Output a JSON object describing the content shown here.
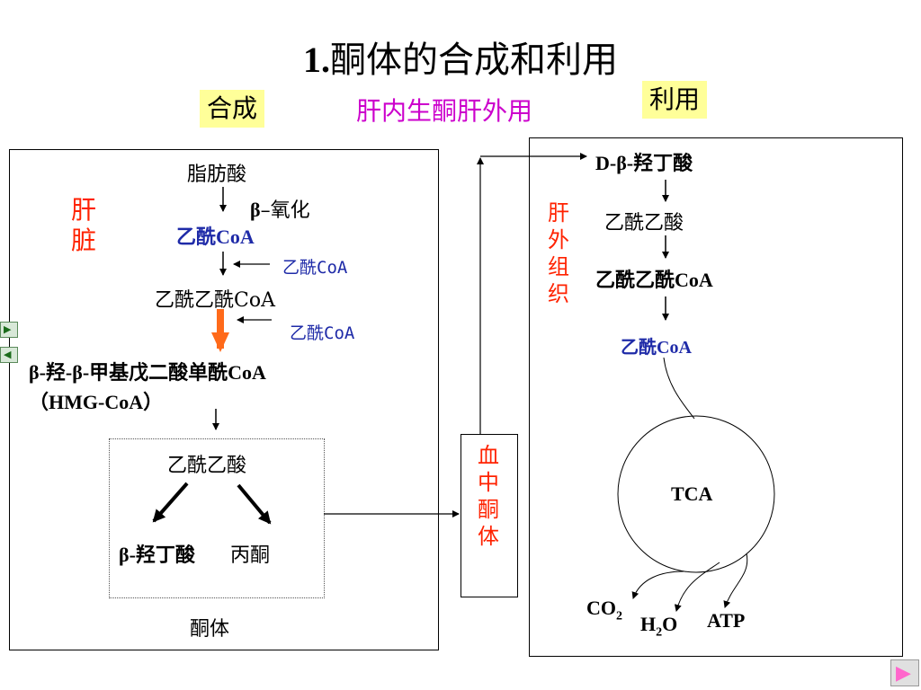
{
  "title": {
    "number": "1.",
    "text": "酮体的合成和利用"
  },
  "tags": {
    "synthesis": "合成",
    "utilization": "利用"
  },
  "subtitle": "肝内生酮肝外用",
  "liver": {
    "label": "肝脏",
    "fatty_acid": "脂肪酸",
    "beta_symbol": "β",
    "beta_oxidation": "–氧化",
    "acetyl_coa": "乙酰CoA",
    "acetyl_coa_side1": "乙酰CoA",
    "acetoacetyl_coa": "乙酰乙酰CoA",
    "acetyl_coa_side2": "乙酰CoA",
    "hmg_coa": "β-羟-β-甲基戊二酸单酰CoA",
    "hmg_coa_abbr": "（HMG-CoA）",
    "acetoacetate": "乙酰乙酸",
    "beta_hydroxybutyrate": "β-羟丁酸",
    "acetone": "丙酮",
    "ketone_bodies": "酮体"
  },
  "blood": {
    "label": "血中酮体"
  },
  "extrahepatic": {
    "label": "肝外组织",
    "d_beta_hydroxybutyrate": "D-β-羟丁酸",
    "acetoacetate": "乙酰乙酸",
    "acetoacetyl_coa": "乙酰乙酰CoA",
    "acetyl_coa": "乙酰CoA",
    "tca": "TCA",
    "co2": "CO",
    "co2_sub": "2",
    "h2o_h": "H",
    "h2o_sub": "2",
    "h2o_o": "O",
    "atp": "ATP"
  },
  "colors": {
    "accent_purple": "#cc00cc",
    "highlight_yellow": "#ffff99",
    "label_red": "#ff2200",
    "coa_blue": "#1f2ba8",
    "orange_arrow": "#ff6a1a"
  },
  "icons": {
    "nav_next": "play-right-icon",
    "nav_prev": "play-left-icon",
    "slide_next": "next-slide-icon"
  }
}
